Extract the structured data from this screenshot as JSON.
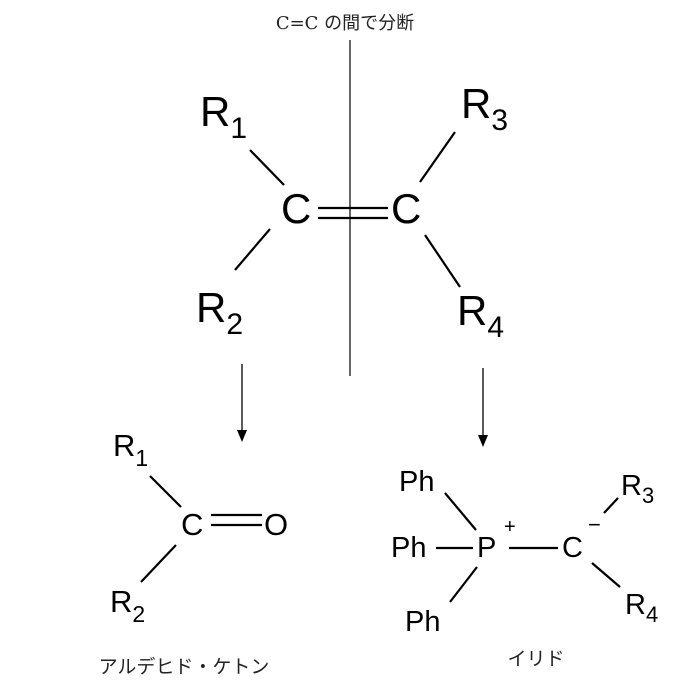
{
  "caption_top": "C=C の間で分断",
  "alkene": {
    "left_carbon": "C",
    "right_carbon": "C",
    "r1": {
      "letter": "R",
      "sub": "1"
    },
    "r2": {
      "letter": "R",
      "sub": "2"
    },
    "r3": {
      "letter": "R",
      "sub": "3"
    },
    "r4": {
      "letter": "R",
      "sub": "4"
    }
  },
  "carbonyl": {
    "carbon": "C",
    "oxygen": "O",
    "r1": {
      "letter": "R",
      "sub": "1"
    },
    "r2": {
      "letter": "R",
      "sub": "2"
    },
    "label": "アルデヒド・ケトン"
  },
  "ylide": {
    "ph_top": "Ph",
    "ph_mid": "Ph",
    "ph_bottom": "Ph",
    "phosphorus": "P",
    "plus": "+",
    "carbon": "C",
    "minus": "−",
    "r3": {
      "letter": "R",
      "sub": "3"
    },
    "r4": {
      "letter": "R",
      "sub": "4"
    },
    "label": "イリド"
  }
}
